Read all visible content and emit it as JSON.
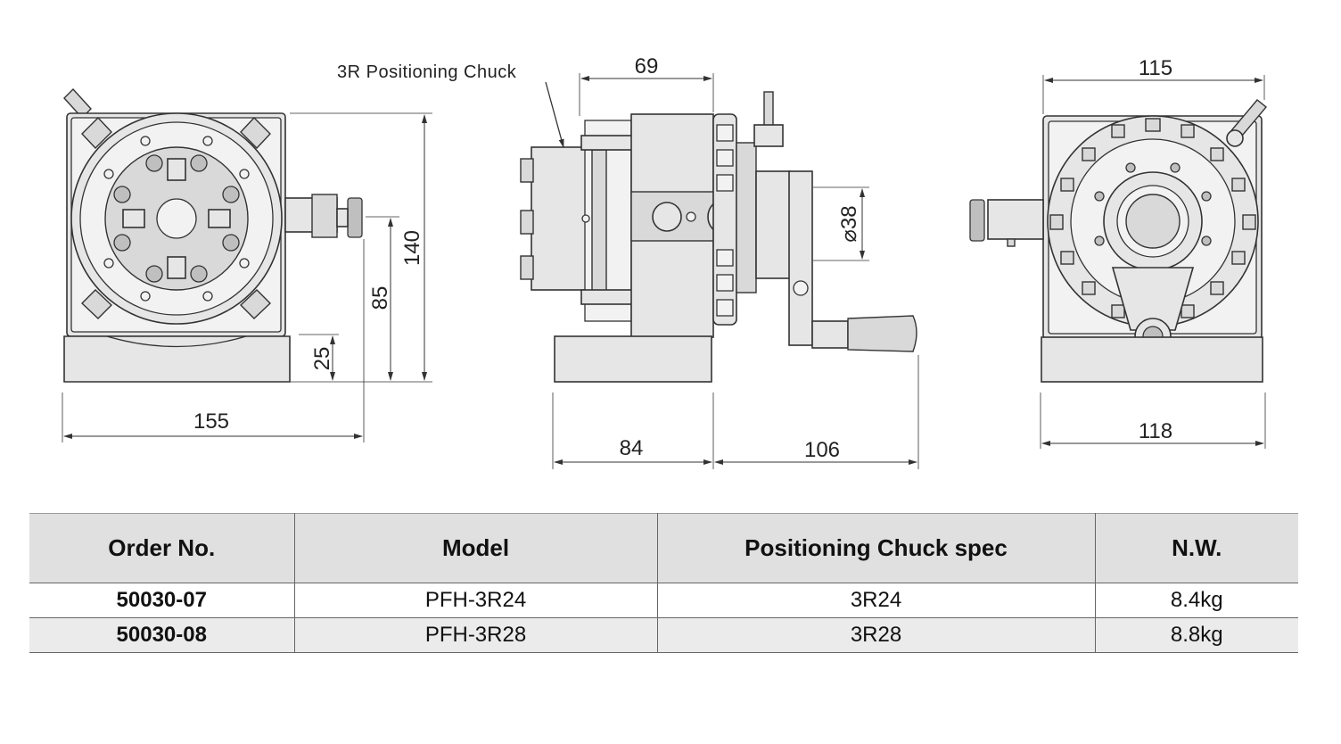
{
  "callout": {
    "chuck_label": "3R Positioning Chuck"
  },
  "dimensions": {
    "front_width": "155",
    "front_height": "140",
    "center_height": "85",
    "base_height": "25",
    "side_top": "69",
    "side_diameter": "⌀38",
    "side_base": "84",
    "side_handle": "106",
    "rear_top": "115",
    "rear_bottom": "118"
  },
  "table": {
    "headers": [
      "Order No.",
      "Model",
      "Positioning Chuck spec",
      "N.W."
    ],
    "rows": [
      {
        "order": "50030-07",
        "model": "PFH-3R24",
        "spec": "3R24",
        "nw": "8.4kg"
      },
      {
        "order": "50030-08",
        "model": "PFH-3R28",
        "spec": "3R28",
        "nw": "8.8kg"
      }
    ]
  }
}
